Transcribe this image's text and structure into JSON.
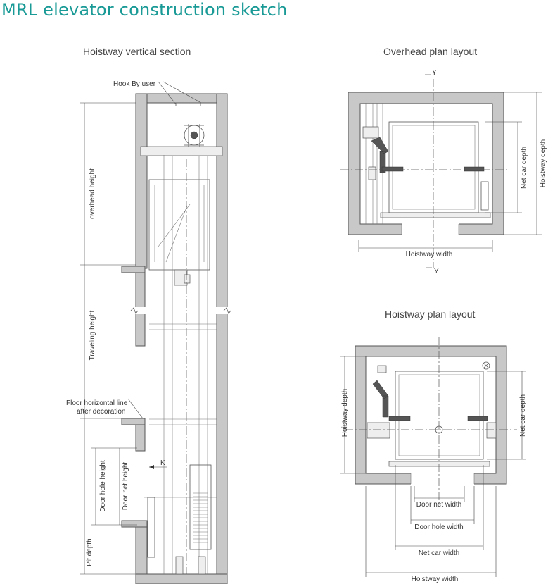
{
  "title": "MRL elevator construction sketch",
  "accent_color": "#1a9a96",
  "vertical_section": {
    "title": "Hoistway vertical section",
    "hook_label": "Hook By user",
    "overhead_height": "overhead height",
    "traveling_height": "Traveling height",
    "floor_line_1": "Floor horizontal line",
    "floor_line_2": "after decoration",
    "door_hole_height": "Door hole height",
    "door_net_height": "Door net height",
    "pit_depth": "Pit depth",
    "k_marker": "K"
  },
  "overhead_plan": {
    "title": "Overhead plan layout",
    "y_top": "Y",
    "y_bottom": "Y",
    "net_car_depth": "Net car depth",
    "hoistway_depth": "Hoistway depth",
    "hoistway_width": "Hoistway width"
  },
  "hoistway_plan": {
    "title": "Hoistway plan layout",
    "hoistway_depth": "Hoistway depth",
    "net_car_depth": "Net car depth",
    "door_net_width": "Door net width",
    "door_hole_width": "Door hole width",
    "net_car_width": "Net car width",
    "hoistway_width": "Hoistway width"
  }
}
